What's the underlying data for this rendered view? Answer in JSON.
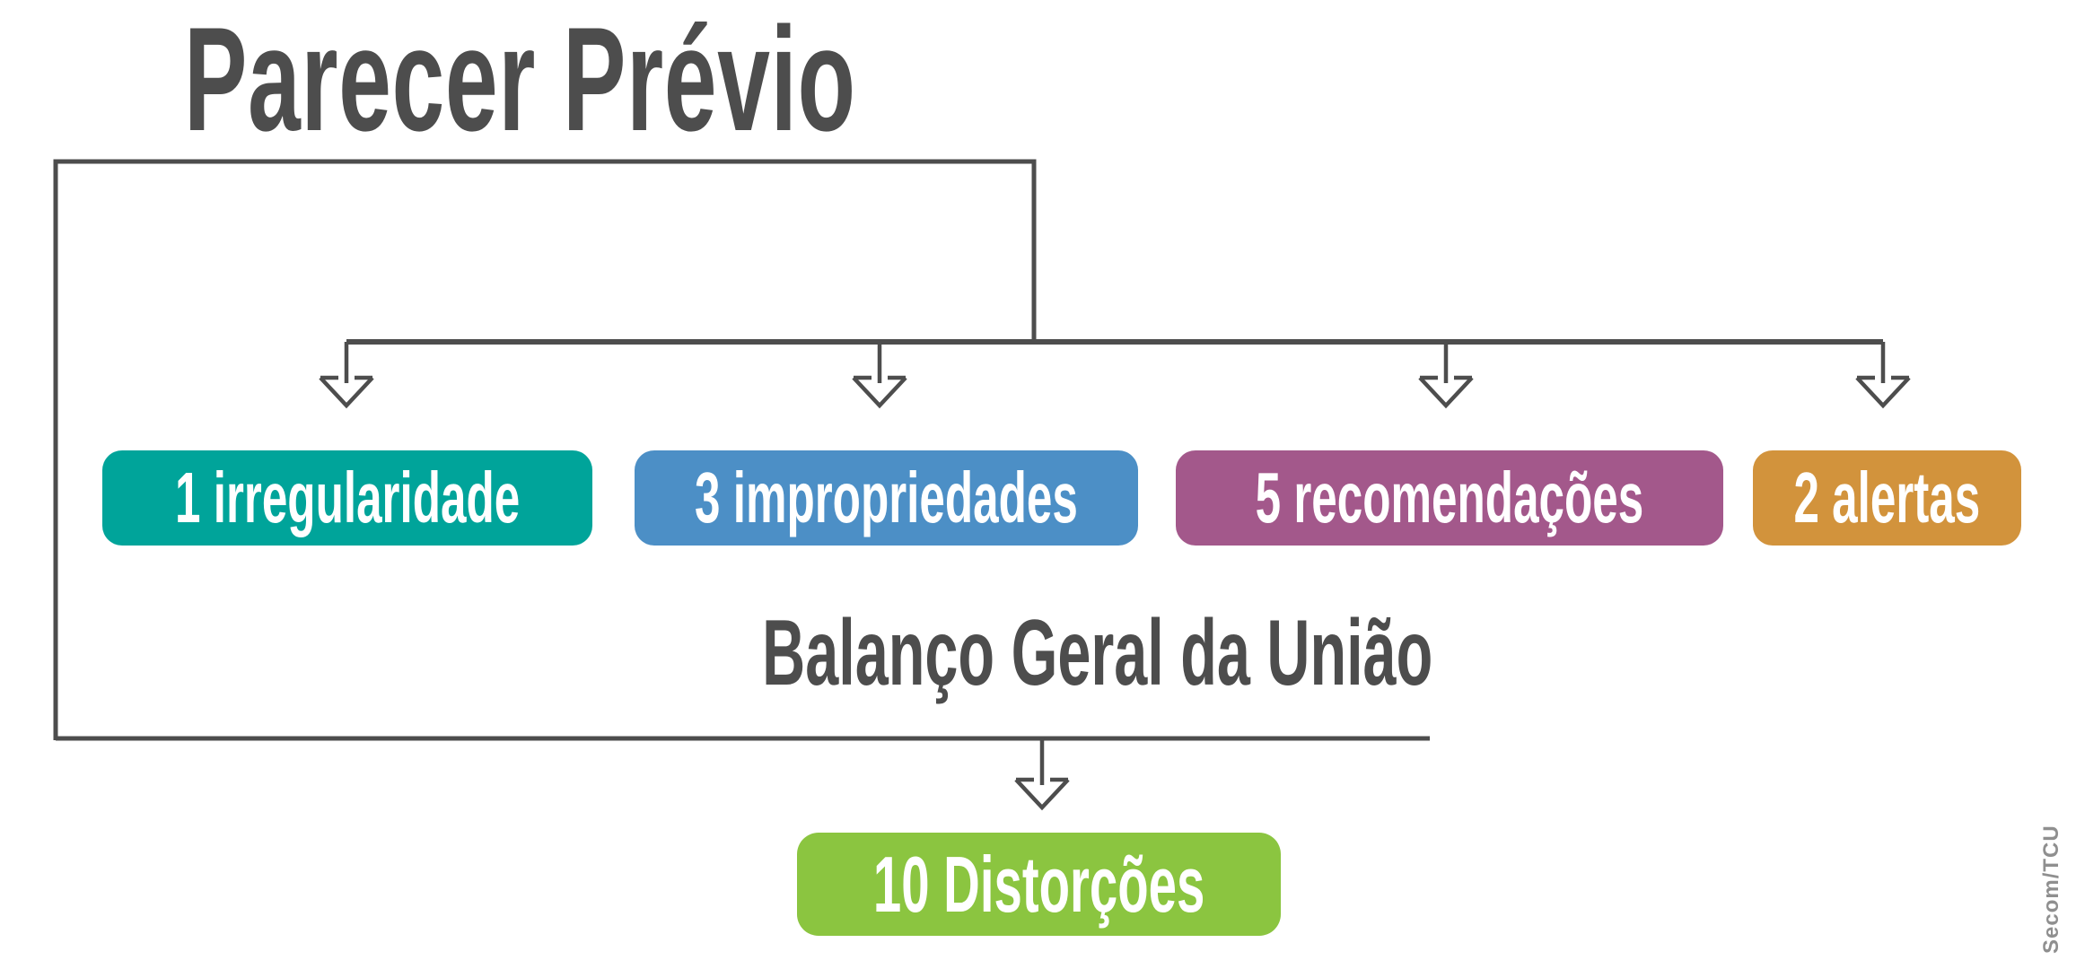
{
  "title": "Parecer Prévio",
  "subtitle": "Balanço Geral da União",
  "credit": "Secom/TCU",
  "colors": {
    "line": "#4D4D4D",
    "heading_text": "#4D4D4D",
    "credit_text": "#8F8F8F",
    "teal": "#00A49A",
    "blue": "#4C8FC6",
    "purple": "#A3588B",
    "orange": "#D2933C",
    "green": "#8BC540"
  },
  "findings": [
    {
      "label": "1 irregularidade",
      "color": "#00A49A"
    },
    {
      "label": "3 impropriedades",
      "color": "#4C8FC6"
    },
    {
      "label": "5 recomendações",
      "color": "#A3588B"
    },
    {
      "label": "2 alertas",
      "color": "#D2933C"
    }
  ],
  "result": {
    "label": "10 Distorções",
    "color": "#8BC540"
  }
}
